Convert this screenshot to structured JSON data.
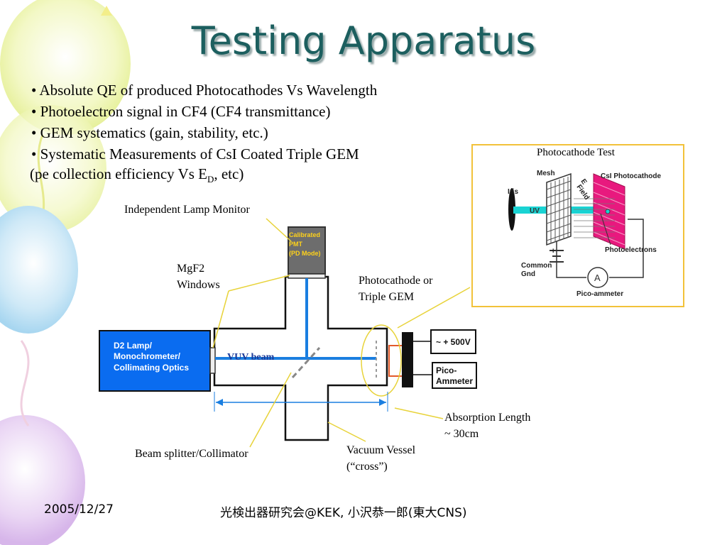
{
  "slide": {
    "title": "Testing Apparatus",
    "bullets": [
      "• Absolute QE of produced Photocathodes Vs Wavelength",
      "• Photoelectron signal in CF4 (CF4 transmittance)",
      "• GEM systematics (gain, stability, etc.)",
      "• Systematic Measurements of CsI Coated Triple GEM"
    ],
    "bullet4_line2_pre": "(pe collection efficiency Vs E",
    "bullet4_line2_sub": "D",
    "bullet4_line2_post": ", etc)"
  },
  "diagram": {
    "lamp_monitor_label": "Independent Lamp Monitor",
    "pmt_lines": [
      "Calibrated",
      "PMT",
      "(PD Mode)"
    ],
    "mgf2_lines": [
      "MgF2",
      "Windows"
    ],
    "photocathode_or_lines": [
      "Photocathode or",
      "Triple GEM"
    ],
    "lamp_lines": [
      "D2 Lamp/",
      "Monochrometer/",
      "Collimating Optics"
    ],
    "vuv_beam": "VUV beam",
    "hv_label": "~ + 500V",
    "ammeter_lines": [
      "Pico-",
      "Ammeter"
    ],
    "absorption_lines": [
      "Absorption Length",
      "~ 30cm"
    ],
    "vacuum_lines": [
      "Vacuum Vessel",
      "(“cross”)"
    ],
    "splitter_label": "Beam splitter/Collimator"
  },
  "inset": {
    "title": "Photocathode Test",
    "mesh": "Mesh",
    "field_lines": [
      "E",
      "Field"
    ],
    "csi": "CsI Photocathode",
    "iris": "Iris",
    "uv": "UV",
    "common_lines": [
      "Common",
      "Gnd"
    ],
    "photoelectrons": "Photoelectrons",
    "ammeter_symbol": "A",
    "pico": "Pico-ammeter",
    "plus": "+"
  },
  "footer": {
    "date": "2005/12/27",
    "info": "光検出器研究会@KEK, 小沢恭一郎(東大CNS)"
  },
  "colors": {
    "title": "#1c5f5f",
    "lamp_box": "#0a6cf0",
    "beam": "#1a7ee0",
    "pmt_box": "#6d6d6d",
    "pmt_text": "#ffd21a",
    "inset_border": "#f2c23a",
    "photocathode": "#e8197e",
    "uv_beam": "#19d3d3"
  }
}
